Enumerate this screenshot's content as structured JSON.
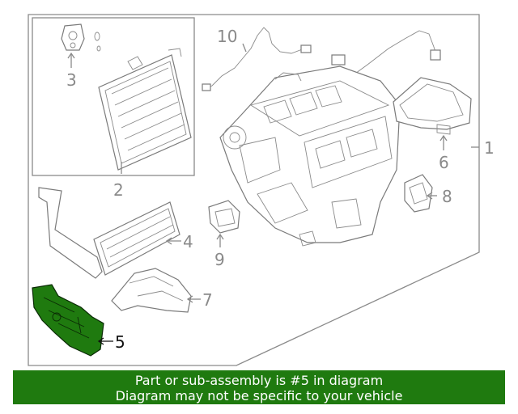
{
  "diagram": {
    "callouts": {
      "c1": "1",
      "c2": "2",
      "c3": "3",
      "c4": "4",
      "c5": "5",
      "c6": "6",
      "c7": "7",
      "c8": "8",
      "c9": "9",
      "c10": "10"
    },
    "highlight_color": "#1f7a0f"
  },
  "banner": {
    "line1": "Part or sub-assembly is #5 in diagram",
    "line2": "Diagram may not be specific to your vehicle",
    "background": "#1f7a0f"
  }
}
